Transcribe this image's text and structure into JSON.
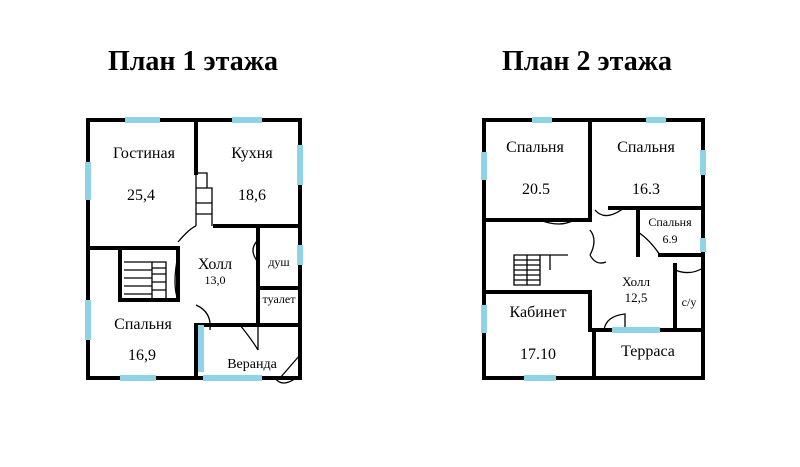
{
  "floor1": {
    "title": "План 1 этажа",
    "rooms": {
      "living": {
        "name": "Гостиная",
        "area": "25,4"
      },
      "kitchen": {
        "name": "Кухня",
        "area": "18,6"
      },
      "hall": {
        "name": "Холл",
        "area": "13,0"
      },
      "shower": {
        "name": "душ"
      },
      "toilet": {
        "name": "туалет"
      },
      "bedroom": {
        "name": "Спальня",
        "area": "16,9"
      },
      "veranda": {
        "name": "Веранда"
      }
    }
  },
  "floor2": {
    "title": "План 2 этажа",
    "rooms": {
      "bedroom1": {
        "name": "Спальня",
        "area": "20.5"
      },
      "bedroom2": {
        "name": "Спальня",
        "area": "16.3"
      },
      "bedroom3": {
        "name": "Спальня",
        "area": "6.9"
      },
      "hall": {
        "name": "Холл",
        "area": "12,5"
      },
      "wc": {
        "name": "с/у"
      },
      "office": {
        "name": "Кабинет",
        "area": "17.10"
      },
      "terrace": {
        "name": "Терраса"
      }
    }
  },
  "colors": {
    "wall": "#000000",
    "window": "#8fd3e6",
    "background": "#ffffff"
  }
}
